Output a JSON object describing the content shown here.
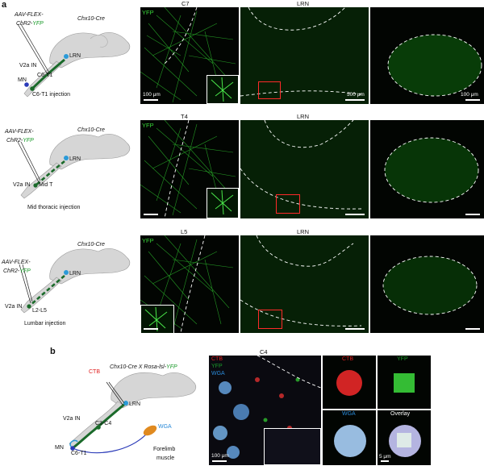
{
  "panel_a": {
    "letter": "a",
    "rows": [
      {
        "virus_line1": "AAV-FLEX-",
        "virus_line2_prefix": "ChR2-",
        "virus_line2_suffix": "YFP",
        "mouse_line": "Chx10-Cre",
        "lrn": "LRN",
        "v2a": "V2a IN",
        "mn": "MN",
        "segment": "C6-T1",
        "injection": "C6-T1 injection",
        "fluor": "YFP",
        "col1": "C7",
        "col2": "LRN",
        "scale1": "100 μm",
        "scale2": "500 μm",
        "scale3": "100 μm"
      },
      {
        "virus_line1": "AAV-FLEX-",
        "virus_line2_prefix": "ChR2-",
        "virus_line2_suffix": "YFP",
        "mouse_line": "Chx10-Cre",
        "lrn": "LRN",
        "v2a": "V2a IN",
        "segment": "Mid T",
        "injection": "Mid thoracic injection",
        "fluor": "YFP",
        "col1": "T4",
        "col2": "LRN"
      },
      {
        "virus_line1": "AAV-FLEX-",
        "virus_line2_prefix": "ChR2-",
        "virus_line2_suffix": "YFP",
        "mouse_line": "Chx10-Cre",
        "lrn": "LRN",
        "v2a": "V2a IN",
        "segment": "L2-L5",
        "injection": "Lumbar injection",
        "fluor": "YFP",
        "col1": "L5",
        "col2": "LRN"
      }
    ]
  },
  "panel_b": {
    "letter": "b",
    "mouse_line": "Chx10-Cre X Rosa-lsl-YFP",
    "mouse_line_prefix": "Chx10-Cre X ",
    "mouse_line_mid": "Rosa-lsl-",
    "mouse_line_suffix": "YFP",
    "ctb": "CTB",
    "lrn": "LRN",
    "v2a": "V2a IN",
    "segment_upper": "C3-C4",
    "mn": "MN",
    "segment_lower": "C6-T1",
    "wga": "WGA",
    "muscle_line1": "Forelimb",
    "muscle_line2": "muscle",
    "c4_header": "C4",
    "legend_ctb": "CTB",
    "legend_yfp": "YFP",
    "legend_wga": "WGA",
    "tile_ctb": "CTB",
    "tile_yfp": "YFP",
    "tile_wga": "WGA",
    "tile_overlay": "Overlay",
    "scale_c4": "100 μm",
    "scale_tile": "5 μm"
  },
  "colors": {
    "yfp": "#1a9a2a",
    "ctb": "#e02020",
    "wga": "#2a8ad8",
    "cord": "#1a6a2a",
    "brain": "#d8d8d8",
    "muscle": "#e08a20"
  }
}
